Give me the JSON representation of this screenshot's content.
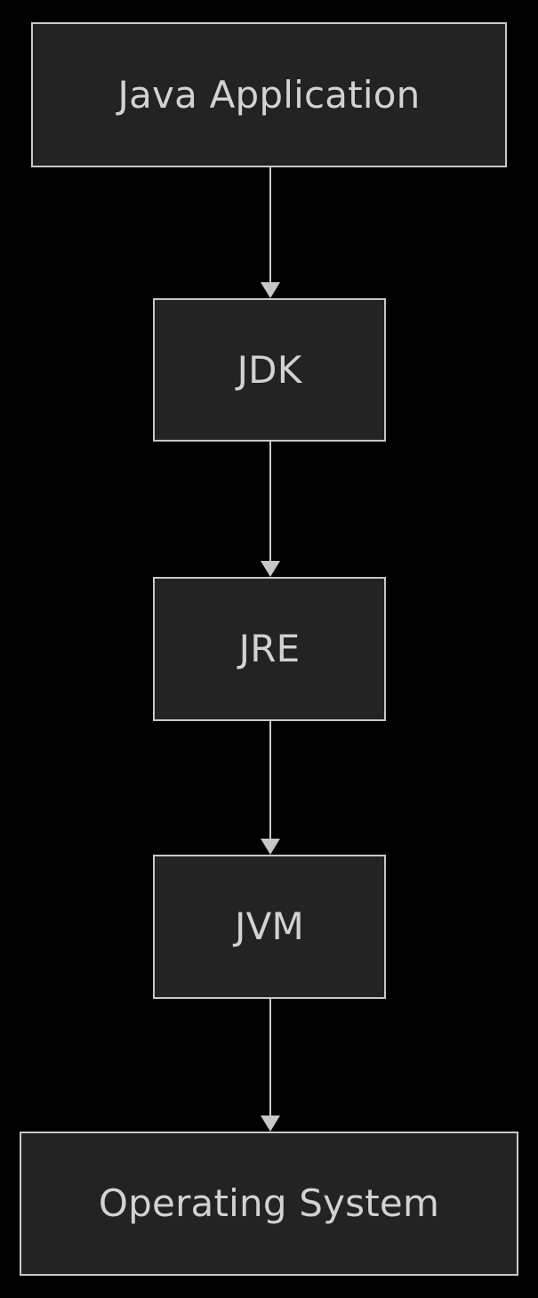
{
  "diagram": {
    "type": "flowchart",
    "orientation": "top-to-bottom",
    "background_color": "#000000",
    "node_fill_color": "#232323",
    "node_border_color": "#c8c8c8",
    "node_text_color": "#d2d2d2",
    "edge_color": "#c8c8c8",
    "nodes": [
      {
        "id": "java-application",
        "label": "Java Application"
      },
      {
        "id": "jdk",
        "label": "JDK"
      },
      {
        "id": "jre",
        "label": "JRE"
      },
      {
        "id": "jvm",
        "label": "JVM"
      },
      {
        "id": "operating-system",
        "label": "Operating System"
      }
    ],
    "edges": [
      {
        "from": "java-application",
        "to": "jdk",
        "arrow": "down"
      },
      {
        "from": "jdk",
        "to": "jre",
        "arrow": "down"
      },
      {
        "from": "jre",
        "to": "jvm",
        "arrow": "down"
      },
      {
        "from": "jvm",
        "to": "operating-system",
        "arrow": "down"
      }
    ]
  }
}
